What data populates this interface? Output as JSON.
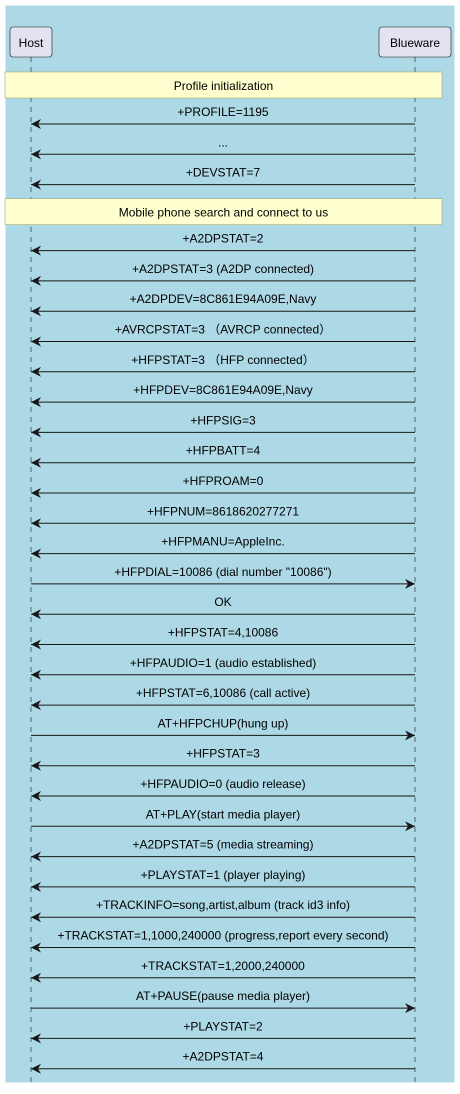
{
  "colors": {
    "background": "#add8e6",
    "participant_fill": "#e2e2f0",
    "participant_stroke": "#181818",
    "note_fill": "#fefece",
    "note_stroke": "#a8a874",
    "lifeline": "#181818",
    "arrow": "#181818"
  },
  "participants": [
    {
      "id": "host",
      "label": "Host"
    },
    {
      "id": "blueware",
      "label": "Blueware"
    }
  ],
  "sequence": [
    {
      "type": "note",
      "text": "Profile initialization"
    },
    {
      "type": "message",
      "from": "blueware",
      "to": "host",
      "text": "+PROFILE=1195"
    },
    {
      "type": "message",
      "from": "blueware",
      "to": "host",
      "text": "..."
    },
    {
      "type": "message",
      "from": "blueware",
      "to": "host",
      "text": "+DEVSTAT=7"
    },
    {
      "type": "note",
      "text": "Mobile phone search and connect to us"
    },
    {
      "type": "message",
      "from": "blueware",
      "to": "host",
      "text": "+A2DPSTAT=2"
    },
    {
      "type": "message",
      "from": "blueware",
      "to": "host",
      "text": "+A2DPSTAT=3 (A2DP connected)"
    },
    {
      "type": "message",
      "from": "blueware",
      "to": "host",
      "text": "+A2DPDEV=8C861E94A09E,Navy"
    },
    {
      "type": "message",
      "from": "blueware",
      "to": "host",
      "text": "+AVRCPSTAT=3 （AVRCP connected）"
    },
    {
      "type": "message",
      "from": "blueware",
      "to": "host",
      "text": "+HFPSTAT=3 （HFP connected）"
    },
    {
      "type": "message",
      "from": "blueware",
      "to": "host",
      "text": "+HFPDEV=8C861E94A09E,Navy"
    },
    {
      "type": "message",
      "from": "blueware",
      "to": "host",
      "text": "+HFPSIG=3"
    },
    {
      "type": "message",
      "from": "blueware",
      "to": "host",
      "text": "+HFPBATT=4"
    },
    {
      "type": "message",
      "from": "blueware",
      "to": "host",
      "text": "+HFPROAM=0"
    },
    {
      "type": "message",
      "from": "blueware",
      "to": "host",
      "text": "+HFPNUM=8618620277271"
    },
    {
      "type": "message",
      "from": "blueware",
      "to": "host",
      "text": "+HFPMANU=AppleInc."
    },
    {
      "type": "message",
      "from": "host",
      "to": "blueware",
      "text": "+HFPDIAL=10086 (dial number \"10086\")"
    },
    {
      "type": "message",
      "from": "blueware",
      "to": "host",
      "text": "OK"
    },
    {
      "type": "message",
      "from": "blueware",
      "to": "host",
      "text": "+HFPSTAT=4,10086"
    },
    {
      "type": "message",
      "from": "blueware",
      "to": "host",
      "text": "+HFPAUDIO=1 (audio established)"
    },
    {
      "type": "message",
      "from": "blueware",
      "to": "host",
      "text": "+HFPSTAT=6,10086 (call active)"
    },
    {
      "type": "message",
      "from": "host",
      "to": "blueware",
      "text": "AT+HFPCHUP(hung up)"
    },
    {
      "type": "message",
      "from": "blueware",
      "to": "host",
      "text": "+HFPSTAT=3"
    },
    {
      "type": "message",
      "from": "blueware",
      "to": "host",
      "text": "+HFPAUDIO=0 (audio release)"
    },
    {
      "type": "message",
      "from": "host",
      "to": "blueware",
      "text": "AT+PLAY(start media player)"
    },
    {
      "type": "message",
      "from": "blueware",
      "to": "host",
      "text": "+A2DPSTAT=5 (media streaming)"
    },
    {
      "type": "message",
      "from": "blueware",
      "to": "host",
      "text": "+PLAYSTAT=1 (player playing)"
    },
    {
      "type": "message",
      "from": "blueware",
      "to": "host",
      "text": "+TRACKINFO=song,artist,album (track id3 info)"
    },
    {
      "type": "message",
      "from": "blueware",
      "to": "host",
      "text": "+TRACKSTAT=1,1000,240000 (progress,report every second)"
    },
    {
      "type": "message",
      "from": "blueware",
      "to": "host",
      "text": "+TRACKSTAT=1,2000,240000"
    },
    {
      "type": "message",
      "from": "host",
      "to": "blueware",
      "text": "AT+PAUSE(pause media player)"
    },
    {
      "type": "message",
      "from": "blueware",
      "to": "host",
      "text": "+PLAYSTAT=2"
    },
    {
      "type": "message",
      "from": "blueware",
      "to": "host",
      "text": "+A2DPSTAT=4"
    }
  ]
}
